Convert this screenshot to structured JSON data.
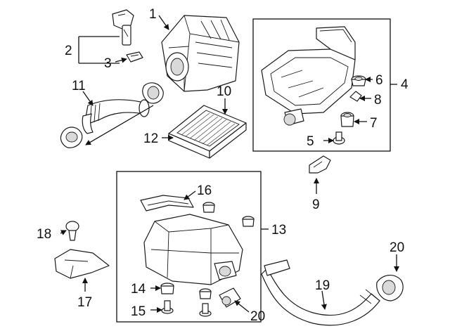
{
  "callouts": {
    "c1": "1",
    "c2": "2",
    "c3": "3",
    "c4": "4",
    "c5": "5",
    "c6": "6",
    "c7": "7",
    "c8": "8",
    "c9": "9",
    "c10": "10",
    "c11": "11",
    "c12": "12",
    "c13": "13",
    "c14": "14",
    "c15": "15",
    "c16": "16",
    "c17": "17",
    "c18": "18",
    "c19": "19",
    "c20a": "20",
    "c20b": "20"
  },
  "colors": {
    "line": "#111111",
    "fill": "#ffffff",
    "shade": "#d9d9d9"
  }
}
